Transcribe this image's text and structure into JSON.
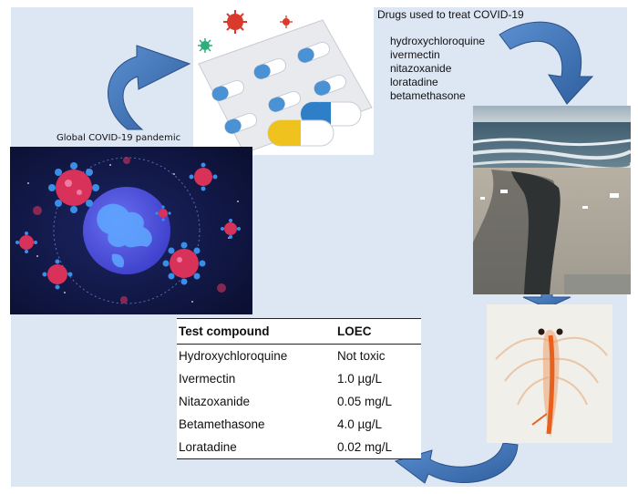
{
  "figure": {
    "pandemic_label": "Global COVID-19 pandemic",
    "drugs_title": "Drugs used to treat COVID-19",
    "drugs": [
      "hydroxychloroquine",
      "ivermectin",
      "nitazoxanide",
      "loratadine",
      "betamethasone"
    ]
  },
  "table": {
    "headers": [
      "Test compound",
      "LOEC"
    ],
    "rows": [
      [
        "Hydroxychloroquine",
        "Not toxic"
      ],
      [
        "Ivermectin",
        "1.0 µg/L"
      ],
      [
        "Nitazoxanide",
        "0.05 mg/L"
      ],
      [
        "Betamethasone",
        "4.0 µg/L"
      ],
      [
        "Loratadine",
        "0.02 mg/L"
      ]
    ]
  },
  "colors": {
    "panel_background": "#dde7f4",
    "arrow_blue": "#3d70b2",
    "night_sky": "#0d1336",
    "globe": "#4a4fe0",
    "virus": "#d8325a",
    "capsule_blue": "#4b92d4",
    "capsule_yellow": "#f0c21e"
  }
}
